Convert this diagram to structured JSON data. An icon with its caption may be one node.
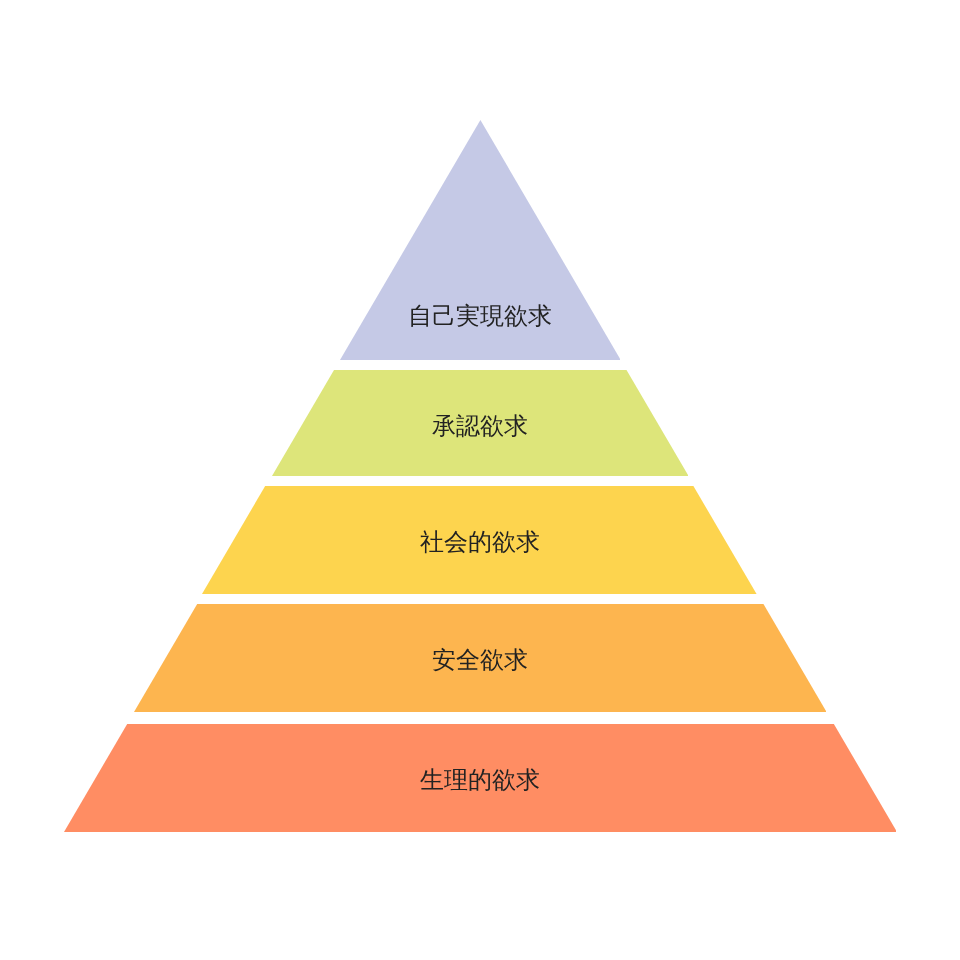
{
  "diagram": {
    "nodes": [
      {
        "text": [
          "自己実現欲求"
        ]
      },
      {
        "text": [
          "承認欲求"
        ]
      },
      {
        "text": [
          "社会的欲求"
        ]
      },
      {
        "text": [
          "安全欲求"
        ]
      },
      {
        "text": [
          "生理的欲求"
        ]
      }
    ]
  }
}
